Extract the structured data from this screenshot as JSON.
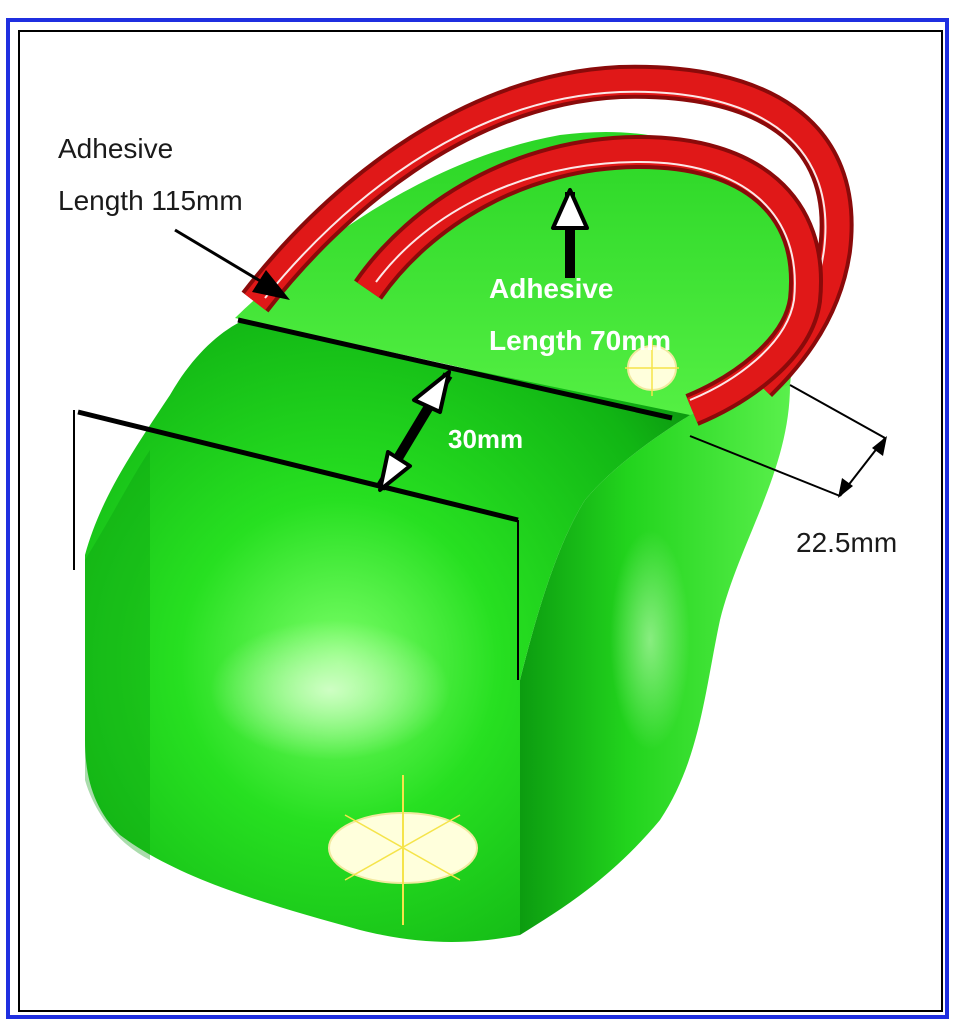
{
  "colors": {
    "frame_outer": "#1f2fe0",
    "part": "#19d019",
    "adhesive_bead": "#e01818",
    "dimension_line": "#000000"
  },
  "labels": {
    "adhesive_long_line1": "Adhesive",
    "adhesive_long_line2": "Length 115mm",
    "adhesive_short_line1": "Adhesive",
    "adhesive_short_line2": "Length 70mm",
    "width_dimension": "30mm",
    "offset_dimension": "22.5mm"
  }
}
